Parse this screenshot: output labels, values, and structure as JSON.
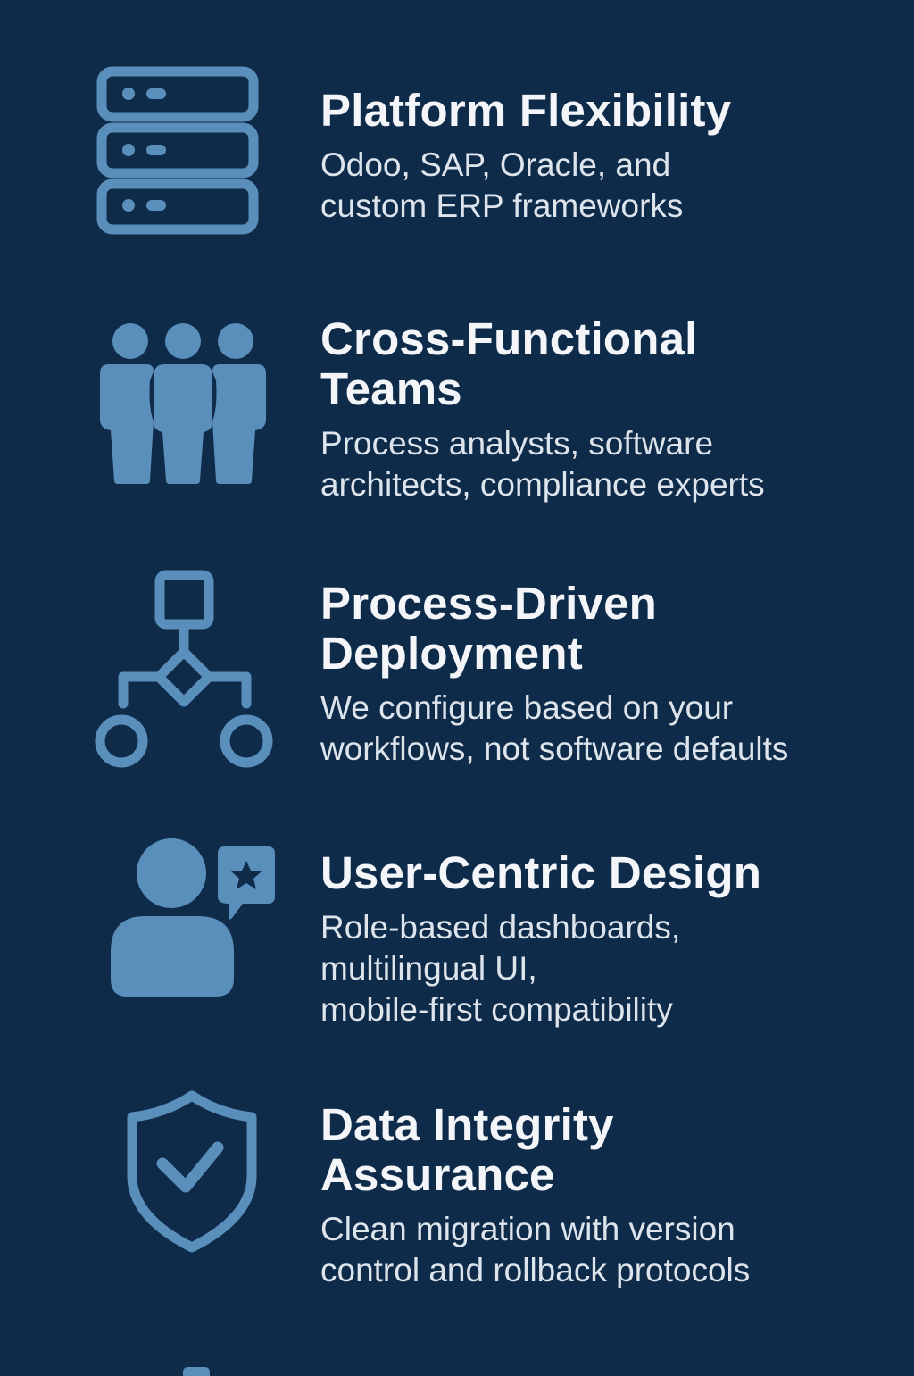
{
  "colors": {
    "background": "#0f2b4a",
    "icon": "#5b8fbb",
    "title": "#f3f5f8",
    "description": "#dde4ec"
  },
  "features": [
    {
      "icon": "server-stack-icon",
      "title": "Platform Flexibility",
      "description": "Odoo, SAP, Oracle, and\ncustom ERP frameworks"
    },
    {
      "icon": "team-people-icon",
      "title": "Cross-Functional\nTeams",
      "description": "Process analysts, software\narchitects, compliance experts"
    },
    {
      "icon": "process-flow-icon",
      "title": "Process-Driven\nDeployment",
      "description": "We configure based on your\nworkflows, not software defaults"
    },
    {
      "icon": "user-feedback-star-icon",
      "title": "User-Centric Design",
      "description": "Role-based dashboards,\nmultilingual UI,\nmobile-first compatibility"
    },
    {
      "icon": "shield-check-icon",
      "title": "Data Integrity\nAssurance",
      "description": "Clean migration with version\ncontrol and rollback protocols"
    }
  ]
}
